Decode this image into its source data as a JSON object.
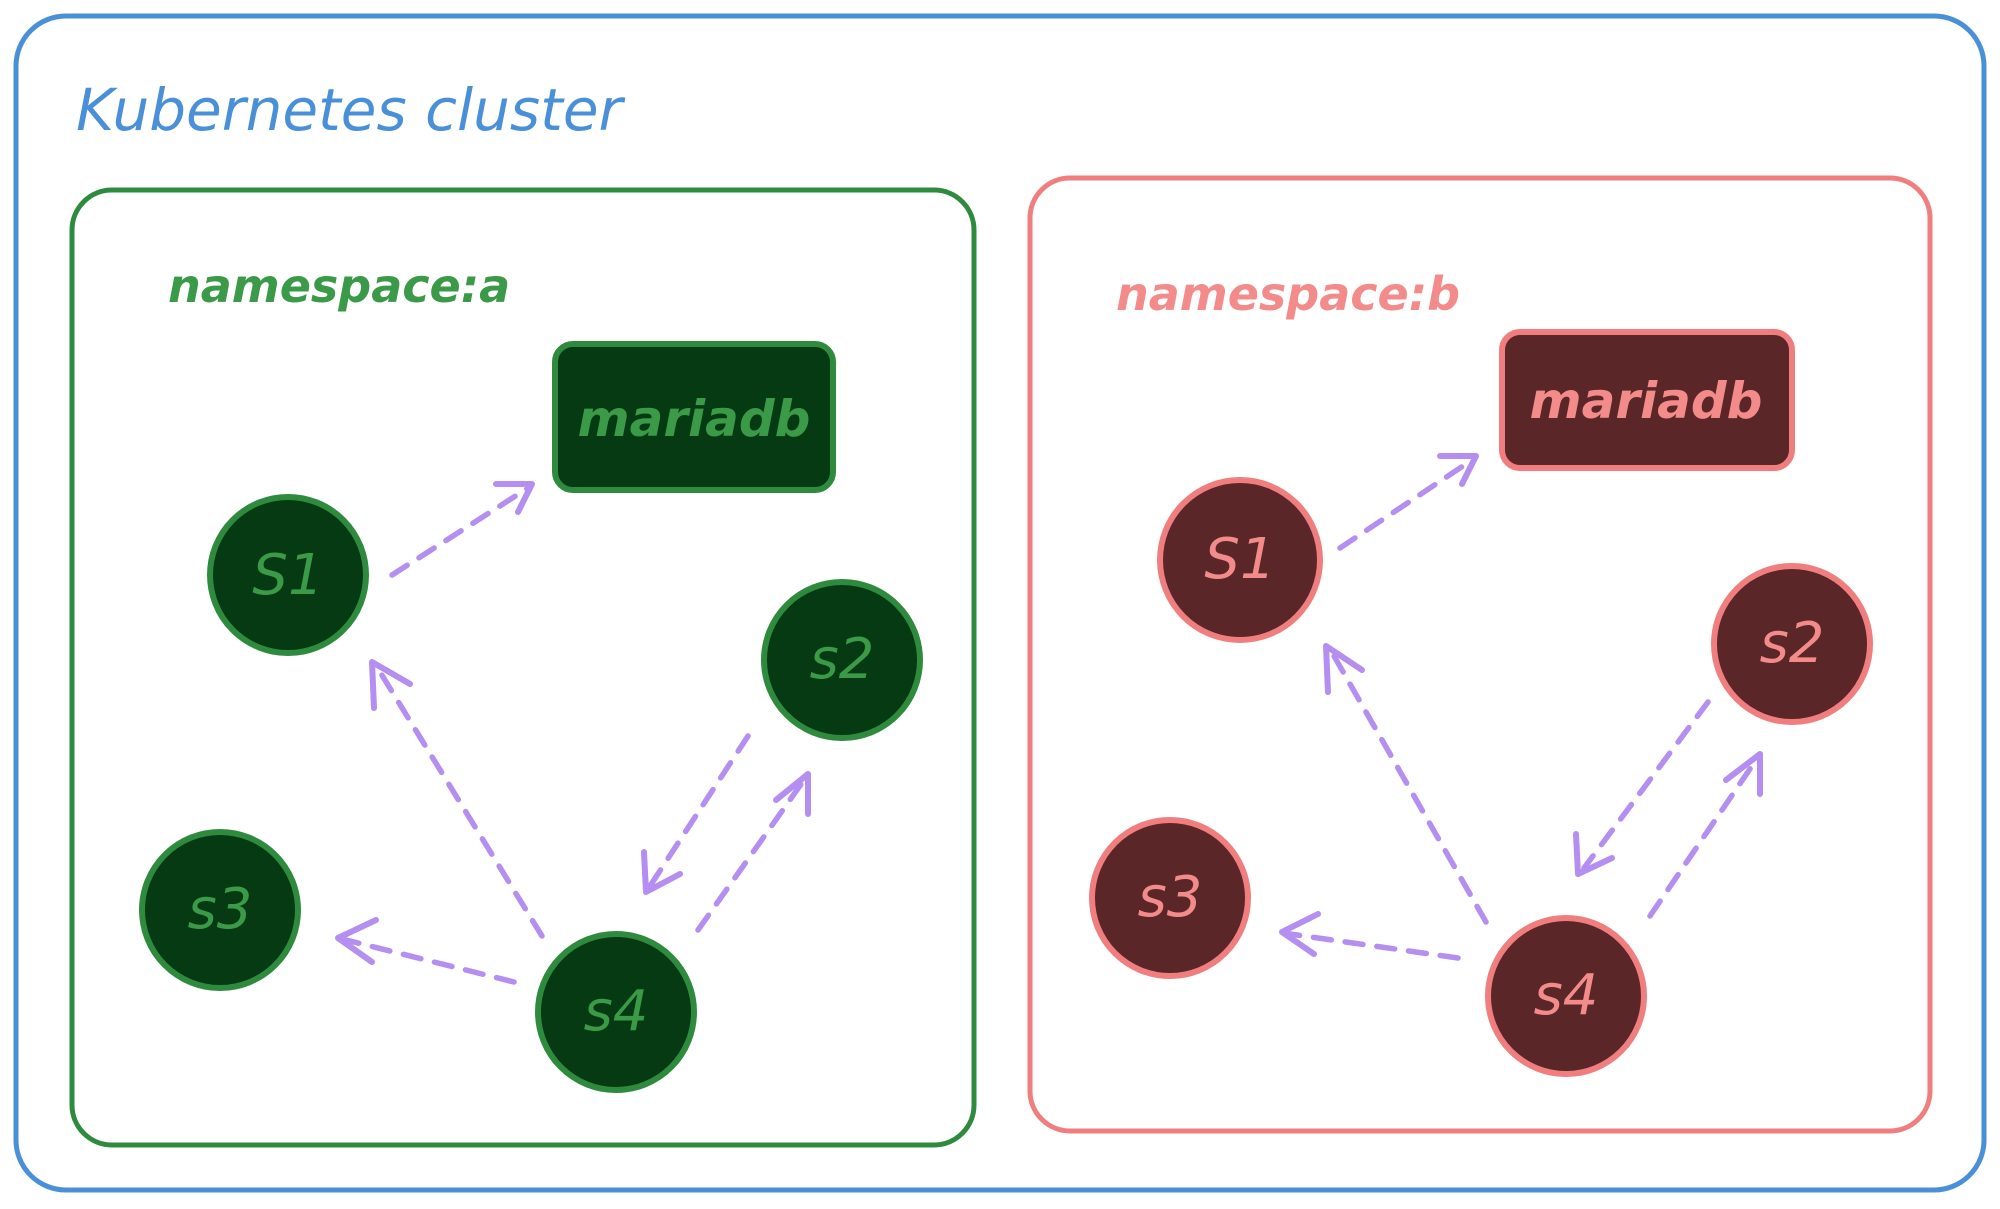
{
  "cluster": {
    "title": "Kubernetes cluster",
    "border_color": "#4a90d9"
  },
  "namespaces": [
    {
      "id": "a",
      "title": "namespace:a",
      "border_color": "#2e8b3e",
      "text_color": "#3a9a48",
      "fill_color": "#053a12",
      "database": {
        "label": "mariadb"
      },
      "services": [
        {
          "id": "s1",
          "label": "S1"
        },
        {
          "id": "s2",
          "label": "s2"
        },
        {
          "id": "s3",
          "label": "s3"
        },
        {
          "id": "s4",
          "label": "s4"
        }
      ]
    },
    {
      "id": "b",
      "title": "namespace:b",
      "border_color": "#f07e7e",
      "text_color": "#f38b8b",
      "fill_color": "#5a2628",
      "database": {
        "label": "mariadb"
      },
      "services": [
        {
          "id": "s1",
          "label": "S1"
        },
        {
          "id": "s2",
          "label": "s2"
        },
        {
          "id": "s3",
          "label": "s3"
        },
        {
          "id": "s4",
          "label": "s4"
        }
      ]
    }
  ],
  "connections": [
    {
      "from": "s1",
      "to": "mariadb"
    },
    {
      "from": "s4",
      "to": "s1"
    },
    {
      "from": "s4",
      "to": "s3"
    },
    {
      "from": "s4",
      "to": "s2"
    },
    {
      "from": "s2",
      "to": "s4"
    }
  ],
  "arrow_color": "#b48ef0"
}
